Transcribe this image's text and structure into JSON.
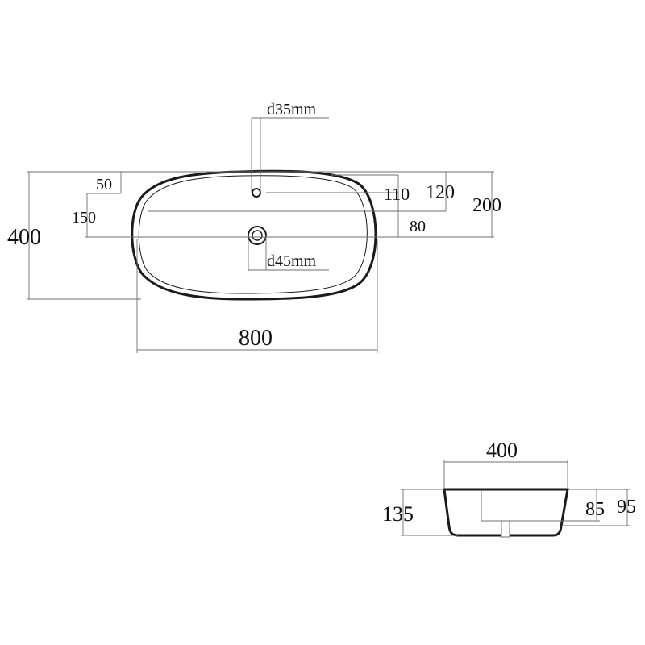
{
  "top_view": {
    "dimensions": {
      "tap_hole": "d35mm",
      "waste_hole": "d45mm",
      "dim_50": "50",
      "dim_150": "150",
      "dim_110": "110",
      "dim_120": "120",
      "dim_200": "200",
      "dim_80": "80",
      "depth_400": "400",
      "length_800": "800"
    }
  },
  "side_view": {
    "dimensions": {
      "width_400": "400",
      "height_135": "135",
      "dim_85": "85",
      "dim_95": "95"
    }
  },
  "colors": {
    "outline": "#1a1a1a",
    "dimension_line": "#6f6f6f",
    "text": "#111111"
  }
}
